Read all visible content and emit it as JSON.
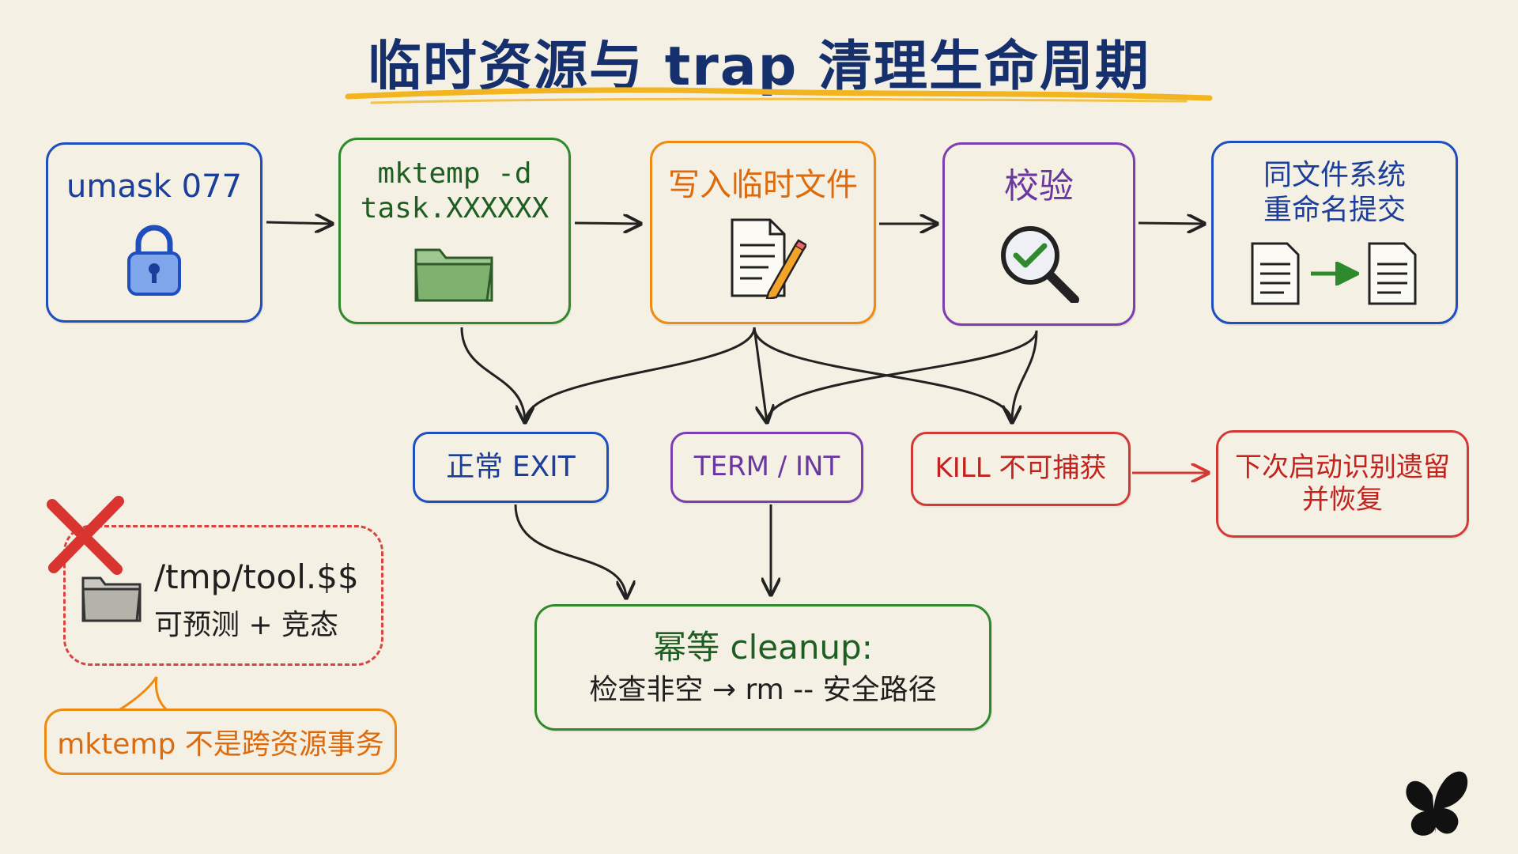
{
  "title": "临时资源与 trap 清理生命周期",
  "steps": [
    {
      "label": "umask 077",
      "icon": "padlock-icon"
    },
    {
      "label": "mktemp -d\ntask.XXXXXX",
      "icon": "folder-icon"
    },
    {
      "label": "写入临时文件",
      "icon": "document-pencil-icon"
    },
    {
      "label": "校验",
      "icon": "magnifier-check-icon"
    },
    {
      "label": "同文件系统\n重命名提交",
      "icon": "file-rename-icon"
    }
  ],
  "signals": [
    {
      "label": "正常 EXIT"
    },
    {
      "label": "TERM / INT"
    },
    {
      "label": "KILL 不可捕获"
    }
  ],
  "recovery": {
    "label": "下次启动识别遗留\n并恢复"
  },
  "cleanup": {
    "title": "幂等 cleanup:",
    "detail": "检查非空 → rm -- 安全路径"
  },
  "anti_pattern": {
    "path": "/tmp/tool.$$",
    "desc": "可预测 + 竞态",
    "mark": "red-x-icon",
    "icon": "folder-icon"
  },
  "note": {
    "label": "mktemp 不是跨资源事务"
  },
  "logo": "butterfly-icon",
  "colors": {
    "background": "#f4f0e3",
    "title": "#16306e",
    "blue": "#1f4fbf",
    "green": "#2f8a2e",
    "orange": "#ef8a12",
    "purple": "#7b3fb0",
    "red": "#d33a37",
    "arrow": "#222222"
  }
}
